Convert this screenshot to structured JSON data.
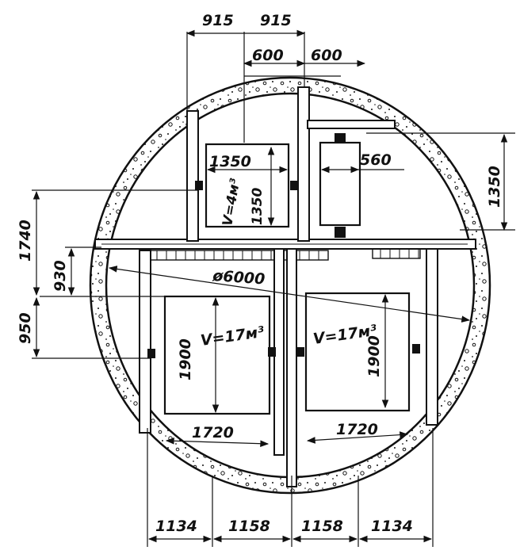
{
  "top_dims": {
    "w1": "915",
    "w2": "915",
    "c1": "600",
    "c2": "600"
  },
  "small_tank": {
    "w": "1350",
    "h": "1350",
    "volume": "V=4м³"
  },
  "side_tank": {
    "w": "560",
    "h": "1350"
  },
  "left_dims": {
    "total": "1740",
    "mid": "930",
    "low": "950"
  },
  "diameter": "ø6000",
  "big_tank_left": {
    "volume": "V=17м³",
    "h": "1900",
    "w": "1720"
  },
  "big_tank_right": {
    "volume": "V=17м³",
    "h": "1900",
    "w": "1720"
  },
  "bottom_dims": [
    "1134",
    "1158",
    "1158",
    "1134"
  ]
}
